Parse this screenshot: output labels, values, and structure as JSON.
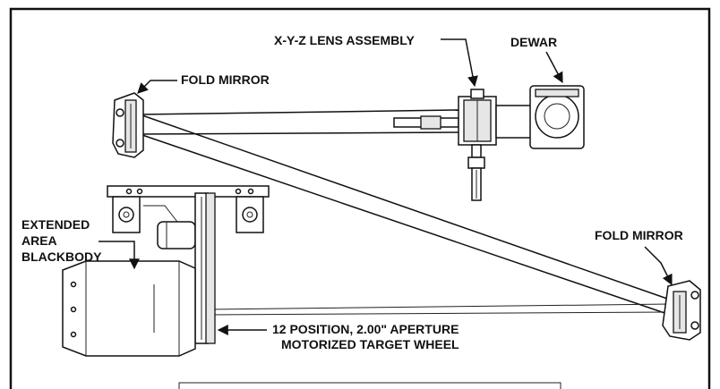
{
  "labels": {
    "lens_assembly": "X-Y-Z LENS ASSEMBLY",
    "dewar": "DEWAR",
    "fold_mirror_left": "FOLD MIRROR",
    "fold_mirror_right": "FOLD MIRROR",
    "blackbody_line1": "EXTENDED",
    "blackbody_line2": "AREA",
    "blackbody_line3": "BLACKBODY",
    "target_wheel_line1": "12 POSITION, 2.00\" APERTURE",
    "target_wheel_line2": "MOTORIZED TARGET WHEEL"
  }
}
